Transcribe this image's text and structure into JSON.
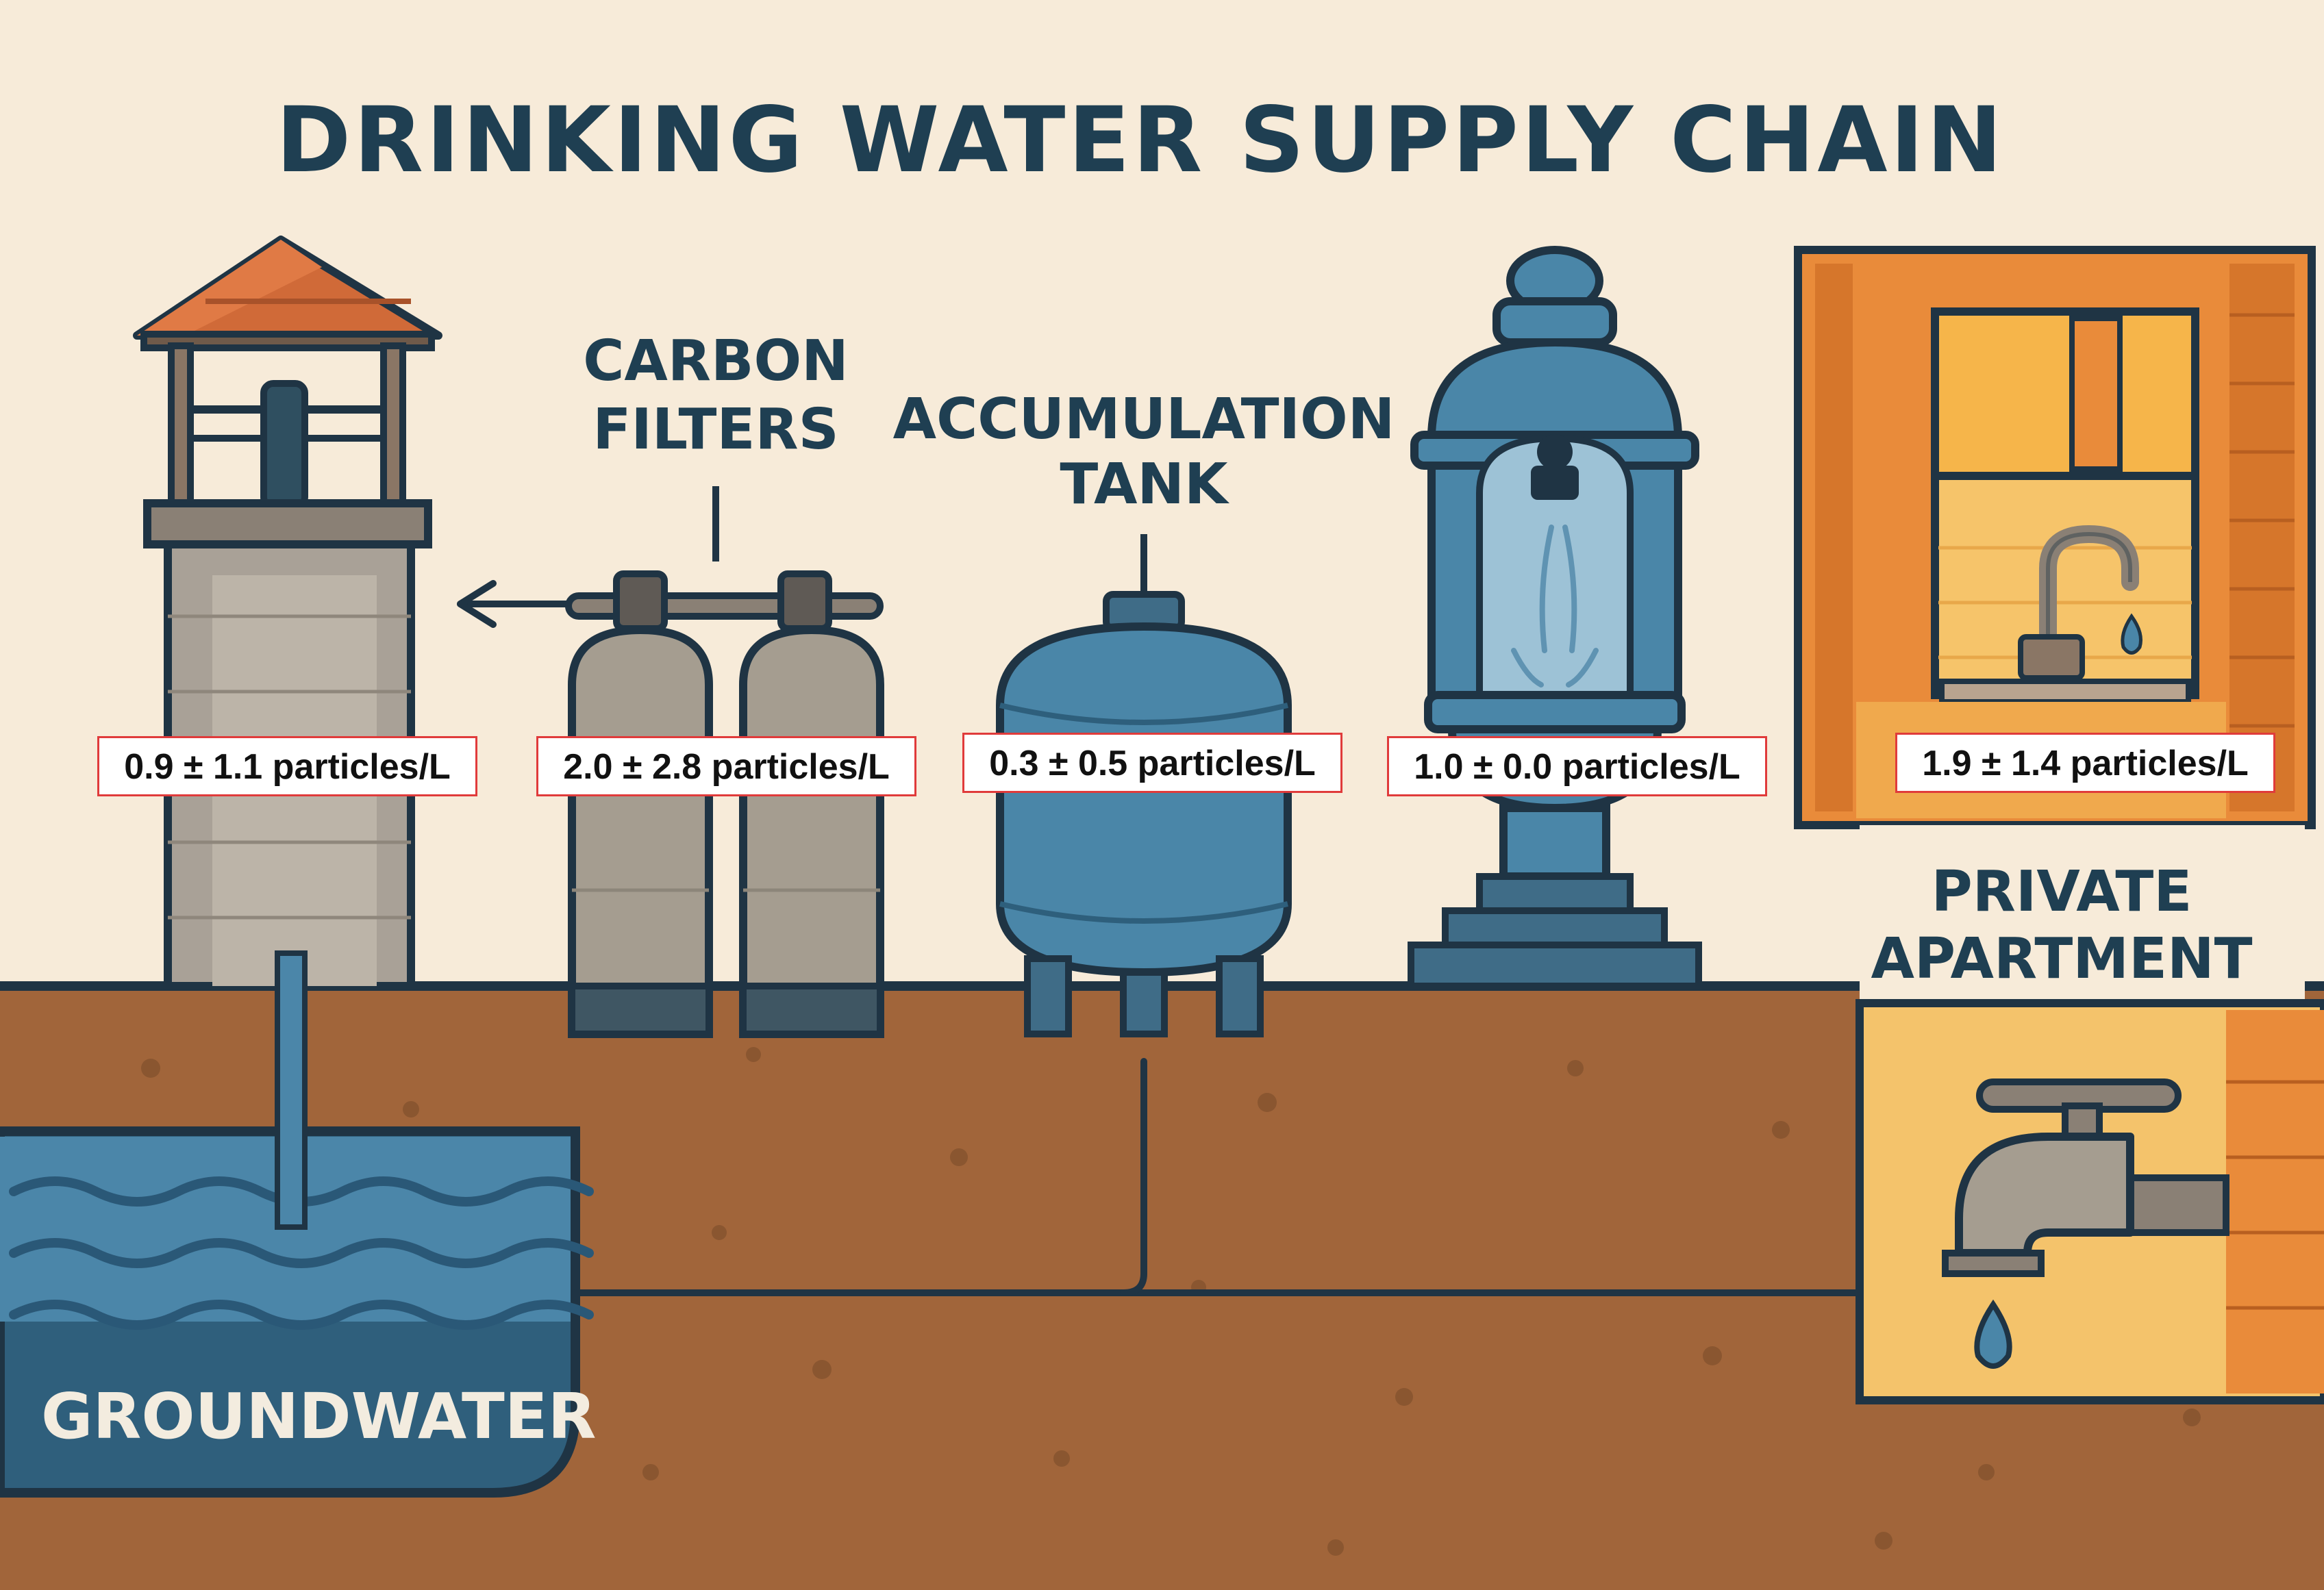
{
  "title": "DRINKING WATER SUPPLY CHAIN",
  "labels": {
    "carbon_filters": [
      "CARBON",
      "FILTERS"
    ],
    "accumulation_tank": [
      "ACCUMULATION",
      "TANK"
    ],
    "private_apartment": [
      "PRIVATE",
      "APARTMENT"
    ],
    "groundwater": "GROUNDWATER"
  },
  "measurements": {
    "well": "0.9 ± 1.1 particles/L",
    "carbon_filters": "2.0 ± 2.8 particles/L",
    "accumulation_tank": "0.3 ± 0.5 particles/L",
    "fountain": "1.0 ± 0.0 particles/L",
    "private_apartment": "1.9 ± 1.4 particles/L"
  },
  "colors": {
    "background": "#f7ebd9",
    "soil": "#a1653a",
    "groundwater": "#2f5f7c",
    "outline": "#1f3444",
    "tank_blue": "#4a86a8",
    "filter_gray": "#a59d90",
    "roof": "#d06a38",
    "apartment_orange": "#e98b3a",
    "label_border": "#e03b3b"
  },
  "icons": [
    "well-icon",
    "carbon-filter-icon",
    "accumulation-tank-icon",
    "fountain-icon",
    "apartment-icon",
    "faucet-icon",
    "water-drop-icon",
    "arrow-icon"
  ]
}
